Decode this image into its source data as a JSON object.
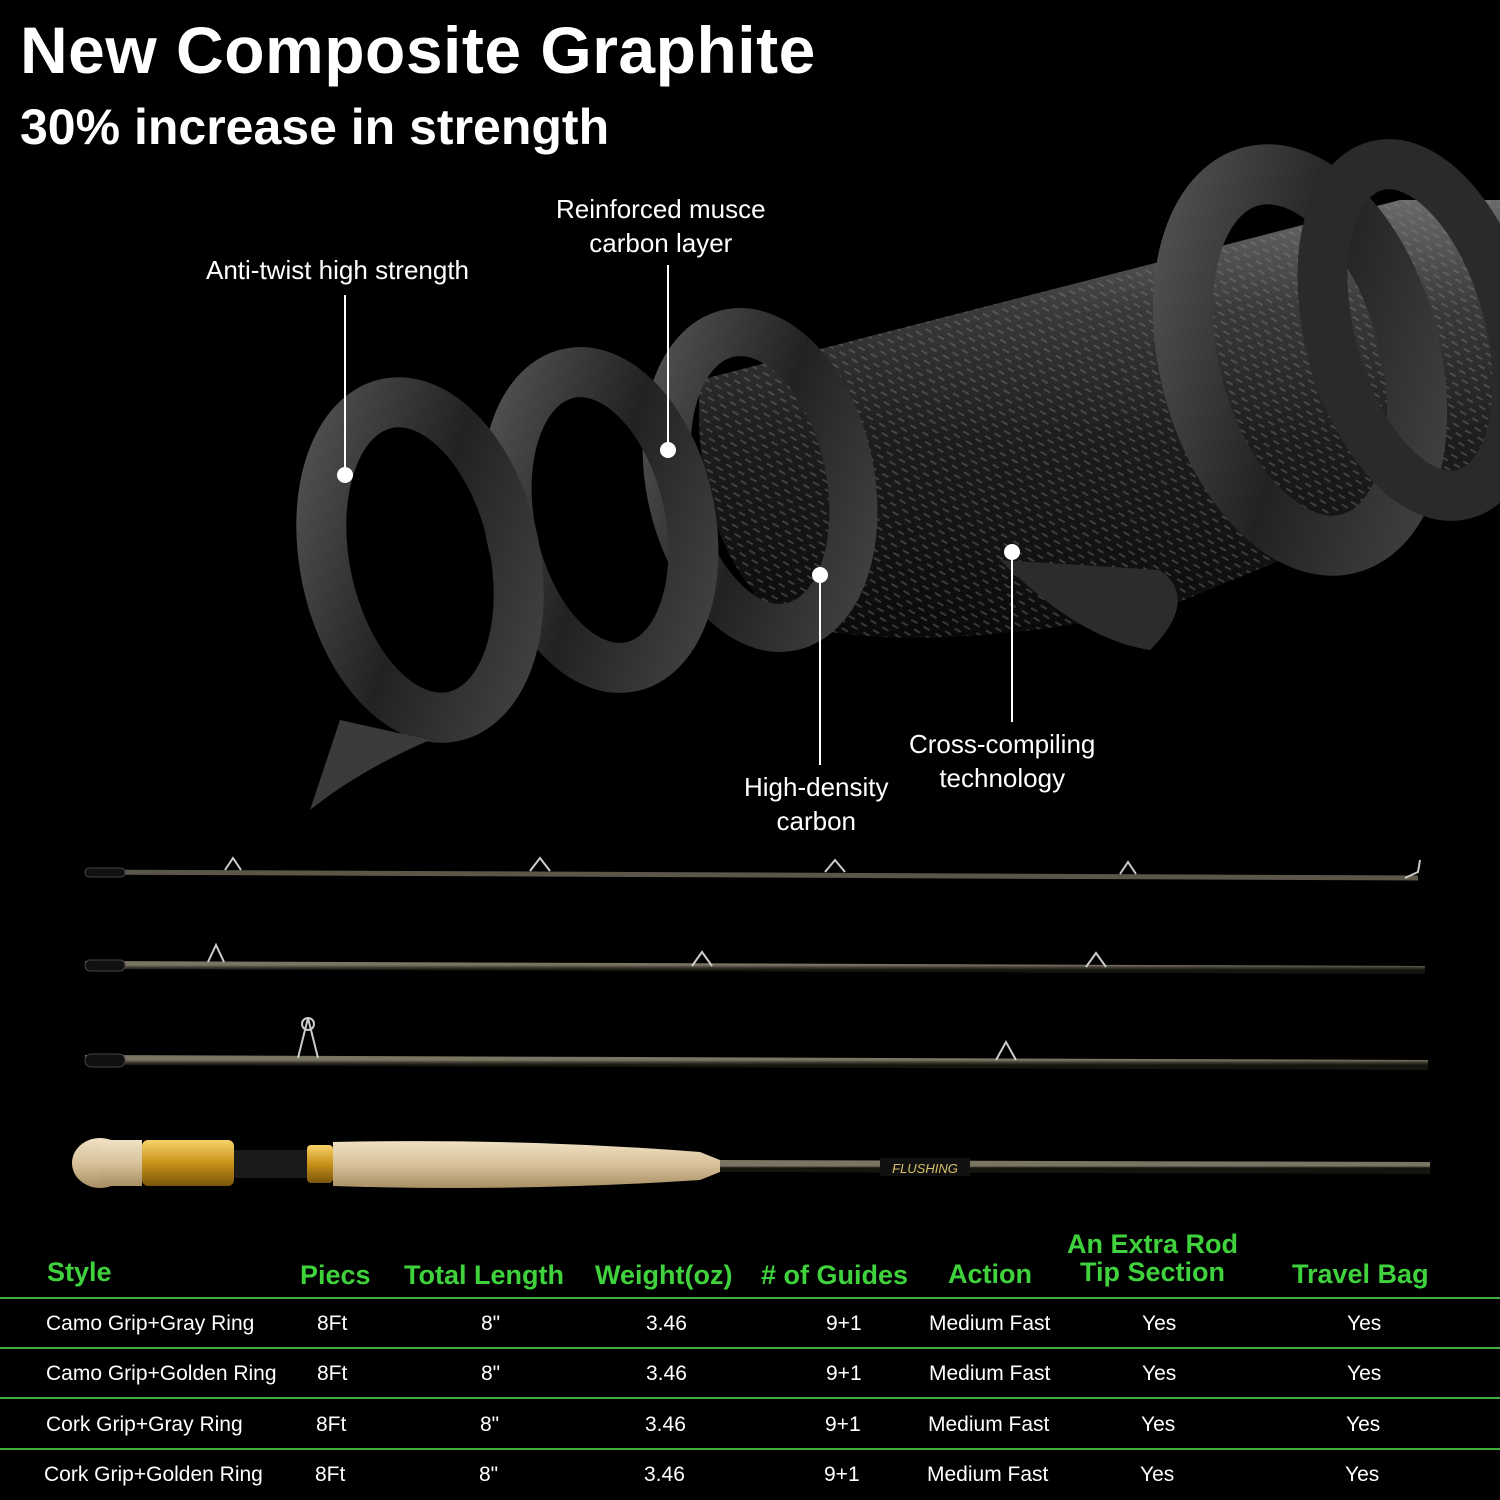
{
  "header": {
    "title": "New Composite Graphite",
    "subtitle": "30% increase in strength"
  },
  "callouts": [
    {
      "lines": [
        "Anti-twist high strength"
      ]
    },
    {
      "lines": [
        "Reinforced musce",
        "carbon layer"
      ]
    },
    {
      "lines": [
        "High-density",
        "carbon"
      ]
    },
    {
      "lines": [
        "Cross-compiling",
        "technology"
      ]
    }
  ],
  "rod_label": "FLUSHING",
  "table": {
    "headers": [
      {
        "lines": [
          "Style"
        ]
      },
      {
        "lines": [
          "Piecs"
        ]
      },
      {
        "lines": [
          "Total Length"
        ]
      },
      {
        "lines": [
          "Weight(oz)"
        ]
      },
      {
        "lines": [
          "# of Guides"
        ]
      },
      {
        "lines": [
          "Action"
        ]
      },
      {
        "lines": [
          "An Extra Rod",
          "Tip Section"
        ]
      },
      {
        "lines": [
          "Travel Bag"
        ]
      }
    ],
    "rows": [
      [
        "Camo Grip+Gray Ring",
        "8Ft",
        "8\"",
        "3.46",
        "9+1",
        "Medium Fast",
        "Yes",
        "Yes"
      ],
      [
        "Camo Grip+Golden Ring",
        "8Ft",
        "8\"",
        "3.46",
        "9+1",
        "Medium Fast",
        "Yes",
        "Yes"
      ],
      [
        "Cork Grip+Gray Ring",
        "8Ft",
        "8\"",
        "3.46",
        "9+1",
        "Medium Fast",
        "Yes",
        "Yes"
      ],
      [
        "Cork Grip+Golden Ring",
        "8Ft",
        "8\"",
        "3.46",
        "9+1",
        "Medium Fast",
        "Yes",
        "Yes"
      ]
    ]
  },
  "colors": {
    "background": "#000000",
    "header_green": "#3fd23d",
    "rule_green": "#3fae3a",
    "cork": "#d8c29a",
    "gold": "#d4a017"
  }
}
